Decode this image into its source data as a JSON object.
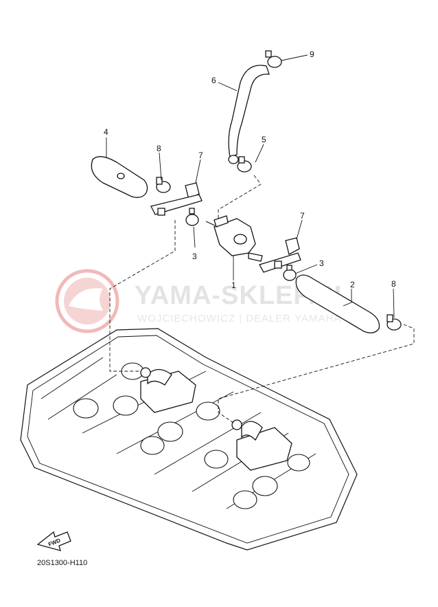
{
  "diagram": {
    "callouts": [
      "1",
      "2",
      "3",
      "3",
      "4",
      "5",
      "6",
      "7",
      "7",
      "8",
      "8",
      "9"
    ],
    "watermark": {
      "title": "YAMA-SKLEP.PL",
      "subtitle": "WOJCIECHOWICZ | DEALER YAMAHA"
    },
    "fwd_label": "FWD",
    "drawing_code": "20S1300-H110"
  },
  "colors": {
    "line": "#111111",
    "watermark_logo": "#f2b8b8",
    "watermark_text": "#e3e3e3"
  }
}
